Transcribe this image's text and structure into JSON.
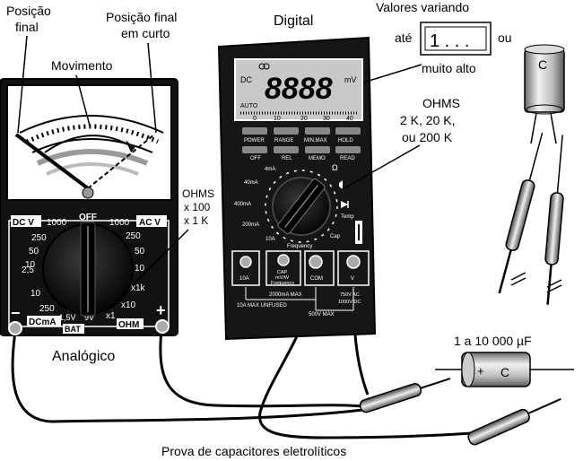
{
  "labels": {
    "posicao_final": [
      "Posição",
      "final"
    ],
    "posicao_final_curto": [
      "Posição final",
      "em curto"
    ],
    "movimento": "Movimento",
    "digital": "Digital",
    "valores_variando": "Valores variando",
    "ate": "até",
    "ou": "ou",
    "muito_alto": "muito alto",
    "display_value": "1 . . .",
    "ohms_digital": [
      "OHMS",
      "2 K, 20 K,",
      "ou 200 K"
    ],
    "ohms_analog": [
      "OHMS",
      "x 100",
      "x 1 K"
    ],
    "analogico": "Analógico",
    "capacitance": "1 a 10 000 µF",
    "cap_letter": "C",
    "caption": "Prova de capacitores eletrolíticos"
  },
  "analog_meter": {
    "dcv": "DC V",
    "acv": "AC V",
    "off": "OFF",
    "scale_left": [
      "1000",
      "250",
      "50",
      "10",
      "2,5"
    ],
    "scale_right": [
      "1000",
      "250",
      "50",
      "10"
    ],
    "ohm_ranges": [
      "x1k",
      "x10",
      "x1"
    ],
    "dcma_values": [
      "10",
      "250"
    ],
    "dcma": "DCmA",
    "bat_values": [
      "1,5V",
      "9V"
    ],
    "bat": "BAT",
    "ohm": "OHM",
    "minus": "−",
    "plus": "+"
  },
  "digital_meter": {
    "lcd_dc": "DC",
    "lcd_digits": "8888",
    "lcd_mv": "mV",
    "lcd_auto": "AUTO",
    "lcd_scale": [
      "0",
      "10",
      "20",
      "30",
      "40"
    ],
    "buttons_row1": [
      "POWER",
      "RANGE",
      "MIN.MAX",
      "HOLD"
    ],
    "buttons_row2": [
      "OFF",
      "REL",
      "MEMO",
      "READ"
    ],
    "dial_labels": {
      "ma4": "4mA",
      "ma40": "40mA",
      "ma400": "400mA",
      "ma200": "200mA",
      "a10": "10A",
      "frequency": "Frequency",
      "cap": "Cap",
      "temp": "Temp",
      "omega": "Ω"
    },
    "jacks": [
      "10A",
      "CAP\nmV/W\nFrequency",
      "COM",
      "V"
    ],
    "jack_cap_lines": [
      "CAP",
      "mV/W",
      "Frequency"
    ],
    "rating_2000": "2000mA MAX",
    "rating_750": "750V AC",
    "rating_1000": "1000V DC",
    "rating_fuse": "10A MAX UNFUSED",
    "rating_500": "500V MAX"
  },
  "colors": {
    "ink": "#000000",
    "paper": "#ffffff",
    "body_dark": "#1a1a1a",
    "lcd": "#c8c8c8",
    "gray": "#8c8c8c"
  }
}
